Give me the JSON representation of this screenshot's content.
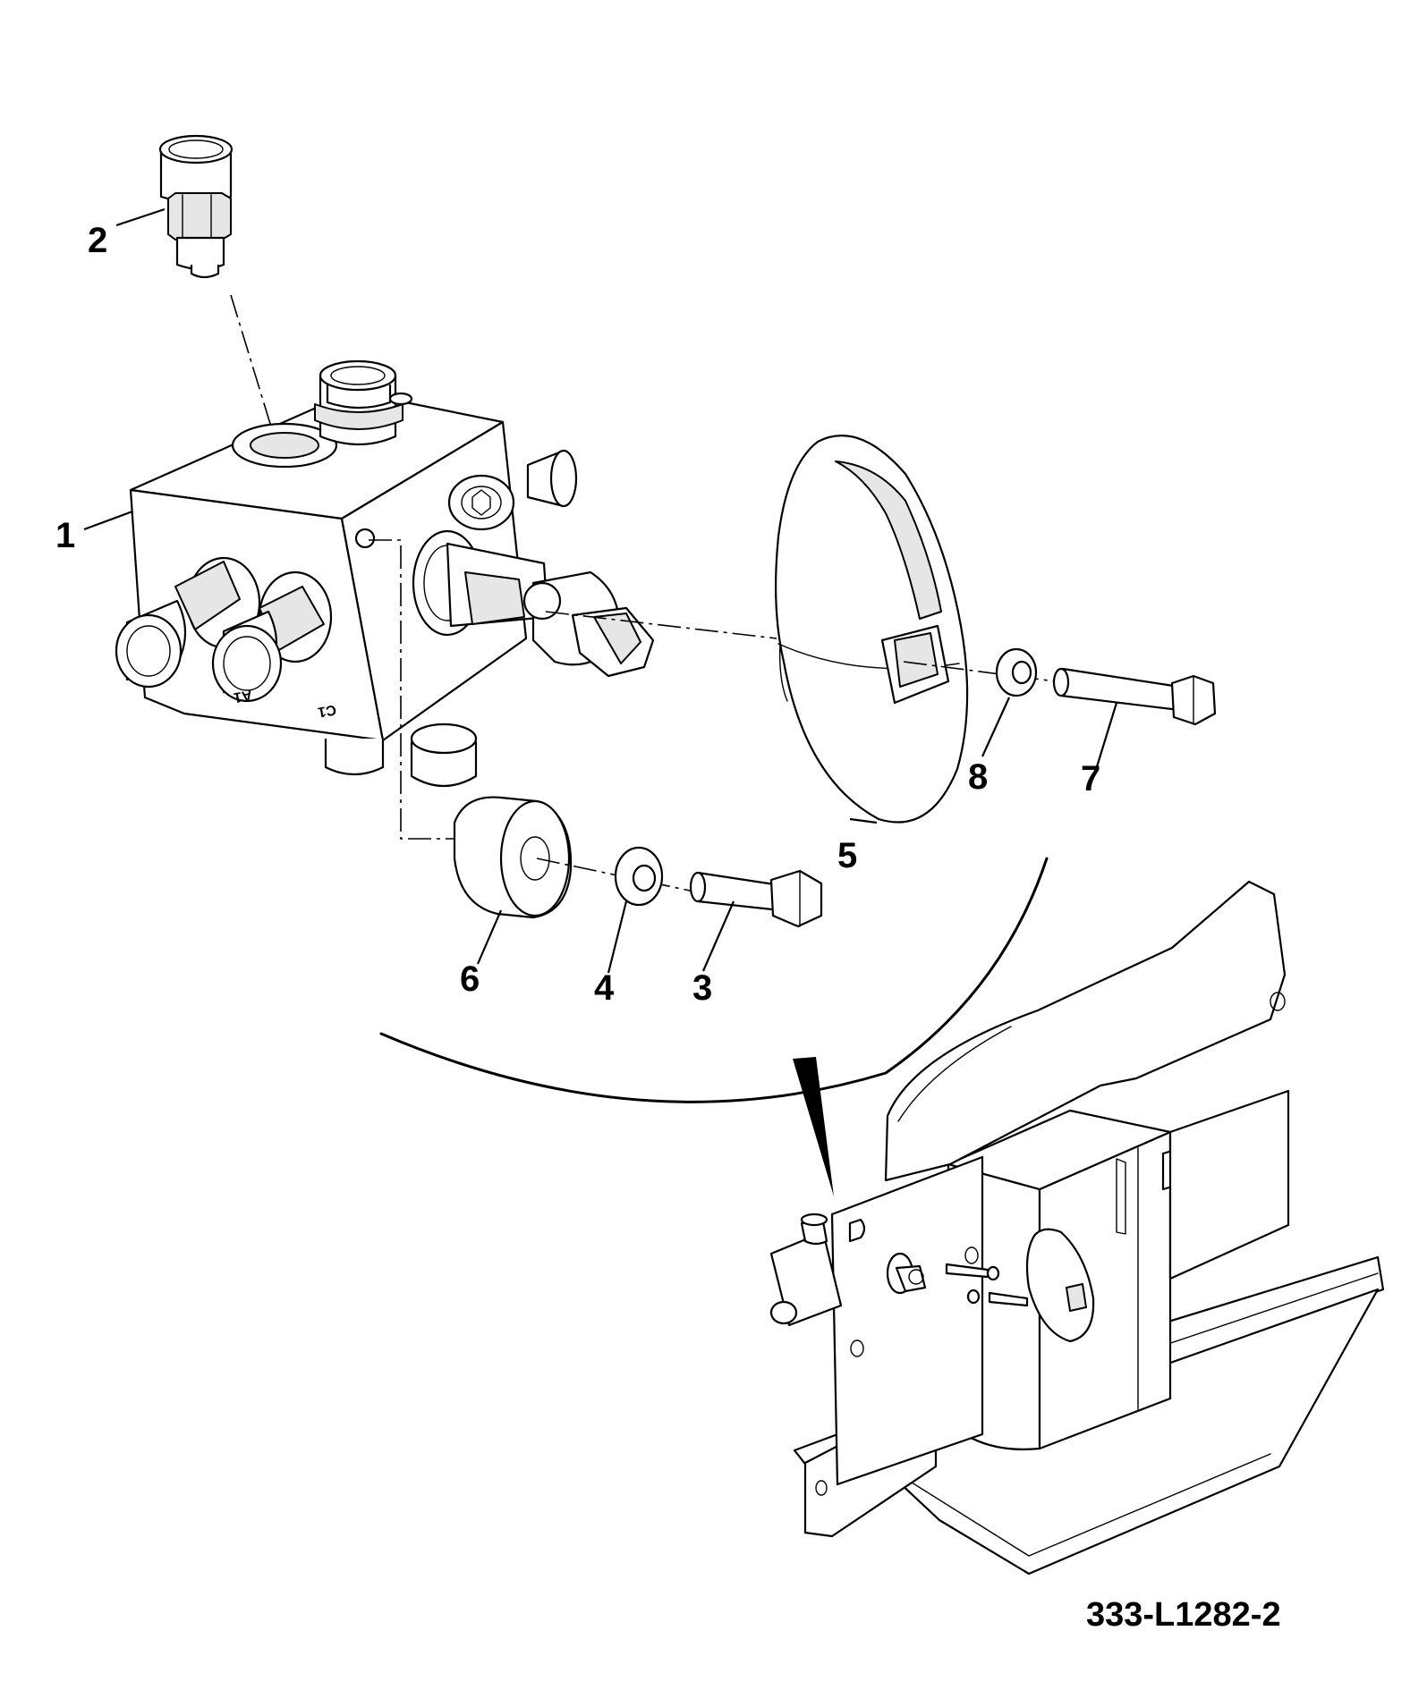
{
  "drawing": {
    "reference_code": "333-L1282-2",
    "callouts": [
      {
        "id": "callout-1",
        "label": "1"
      },
      {
        "id": "callout-2",
        "label": "2"
      },
      {
        "id": "callout-3",
        "label": "3"
      },
      {
        "id": "callout-4",
        "label": "4"
      },
      {
        "id": "callout-5",
        "label": "5"
      },
      {
        "id": "callout-6",
        "label": "6"
      },
      {
        "id": "callout-7",
        "label": "7"
      },
      {
        "id": "callout-8",
        "label": "8"
      }
    ],
    "port_stamps": {
      "a1": "A1",
      "c1": "C1"
    }
  }
}
